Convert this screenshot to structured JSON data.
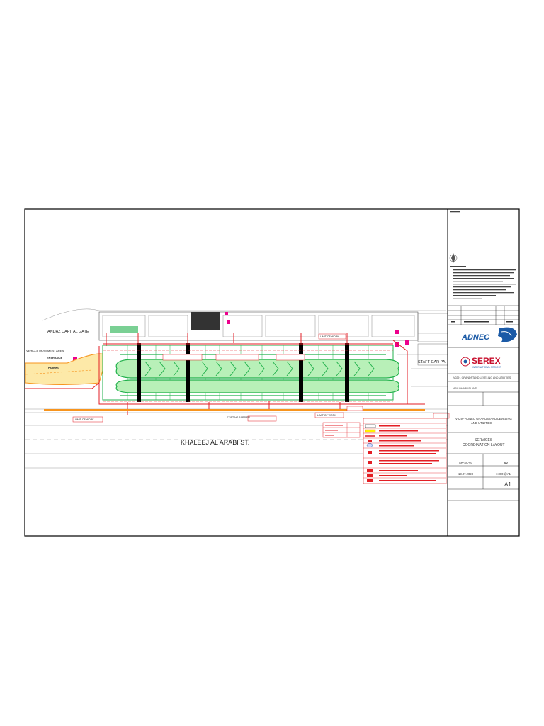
{
  "drawing": {
    "street_label": "KHALEEJ AL ARABI ST.",
    "gate_label": "ANDAZ CAPITAL GATE",
    "vehicle_area_label": "VEHICLE MOVEMENT AREA",
    "entrance_label": "ENTRANCE",
    "parking_label": "PARKING",
    "staff_parking_label": "STAFF CAR PA",
    "limit_of_work_label": "LIMIT OF WORK",
    "existing_barrier_label": "EXISTING BARRIER"
  },
  "title_block": {
    "client_logo_text": "ADNEC",
    "contractor_logo_text": "SEREX",
    "contractor_subtitle": "INTERNATIONAL PROJECT",
    "project_short": "V029 - GRANDSTAND LEVELING AND UTILITIES",
    "location": "ABU DHABI ISLAND",
    "project_title_line1": "V029 - ADNEC GRANDSTAND LEVELING",
    "project_title_line2": "AND UTILITIES",
    "drawing_title_line1": "SERVICES",
    "drawing_title_line2": "COORDINATION LAYOUT",
    "drawing_no": "AR-SC-07",
    "revision": "00",
    "date": "13.07.2023",
    "scale": "1:300 @A1",
    "sheet_size": "A1"
  },
  "colors": {
    "green": "#22b14c",
    "green_fill": "#b8f0b8",
    "red": "#e31e24",
    "orange": "#f7941d",
    "yellow": "#fff200",
    "adnec_blue": "#1b5aa6",
    "serex_red": "#c8102e",
    "magenta": "#ec008c"
  }
}
